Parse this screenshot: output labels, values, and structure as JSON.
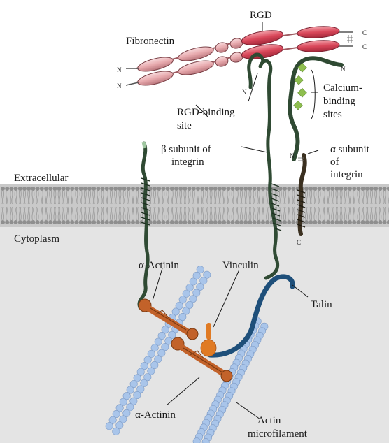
{
  "labels": {
    "rgd": "RGD",
    "fibronectin": "Fibronectin",
    "rgd_binding_line1": "RGD-binding",
    "rgd_binding_line2": "site",
    "calcium_line1": "Calcium-",
    "calcium_line2": "binding",
    "calcium_line3": "sites",
    "beta_line1": "β subunit of",
    "beta_line2": "integrin",
    "alpha_line1": "α subunit",
    "alpha_line2": "of",
    "alpha_line3": "integrin",
    "extracellular": "Extracellular",
    "cytoplasm": "Cytoplasm",
    "alpha_actinin_top": "α-Actinin",
    "vinculin": "Vinculin",
    "talin": "Talin",
    "alpha_actinin_bottom": "α-Actinin",
    "actin_line1": "Actin",
    "actin_line2": "microfilament"
  },
  "termini": {
    "n": "N",
    "c": "C"
  },
  "colors": {
    "fibronectin": "#e7a9ad",
    "rgd": "#d9475a",
    "integrin": "#2f4a33",
    "calcium": "#8fbf4f",
    "membrane_head": "#8f8f8f",
    "cytoplasm": "#e4e4e4",
    "actinin": "#c2622a",
    "vinculin": "#e07a23",
    "talin": "#1e4f7a",
    "actin": "#a9c5ea"
  }
}
